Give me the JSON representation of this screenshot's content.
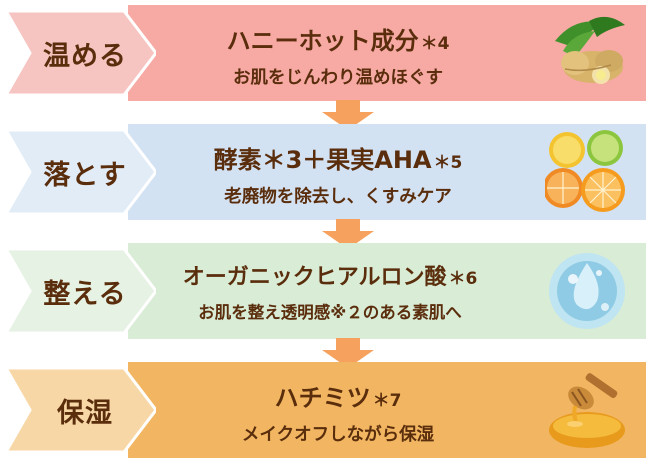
{
  "steps": [
    {
      "label": "温める",
      "headline": "ハニーホット成分",
      "note": "＊4",
      "subline": "お肌をじんわり温めほぐす",
      "image_icon": "ginger-icon"
    },
    {
      "label": "落とす",
      "headline": "酵素＊3＋果実AHA",
      "note": "＊5",
      "subline": "老廃物を除去し、くすみケア",
      "image_icon": "citrus-icon"
    },
    {
      "label": "整える",
      "headline": "オーガニックヒアルロン酸",
      "note": "＊6",
      "subline": "お肌を整え透明感※２のある素肌へ",
      "image_icon": "water-droplet-icon"
    },
    {
      "label": "保湿",
      "headline": "ハチミツ",
      "note": "＊7",
      "subline": "メイクオフしながら保湿",
      "image_icon": "honey-dipper-icon"
    }
  ],
  "colors": {
    "step1_band": "#f7a9a4",
    "step1_label": "#f7c5c1",
    "step2_band": "#d3e2f3",
    "step2_label": "#e2ecf7",
    "step3_band": "#d9ecd6",
    "step3_label": "#e6f2e3",
    "step4_band": "#f2b662",
    "step4_label": "#f8d7a6",
    "arrow": "#f6a25e",
    "text": "#5a2d0c"
  }
}
